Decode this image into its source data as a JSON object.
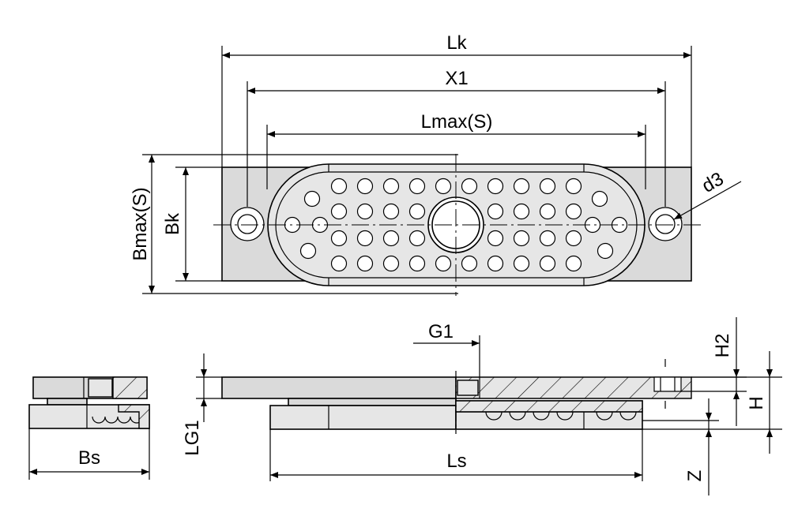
{
  "labels": {
    "Lk": "Lk",
    "X1": "X1",
    "Lmax": "Lmax(S)",
    "d3": "d3",
    "Bmax": "Bmax(S)",
    "Bk": "Bk",
    "G1": "G1",
    "H2": "H2",
    "H": "H",
    "LG1": "LG1",
    "Bs": "Bs",
    "Ls": "Ls",
    "Z": "Z"
  },
  "colors": {
    "body_fill": "#dadada",
    "pad_fill": "#e6e6e6",
    "line": "#000000",
    "background": "#ffffff"
  }
}
